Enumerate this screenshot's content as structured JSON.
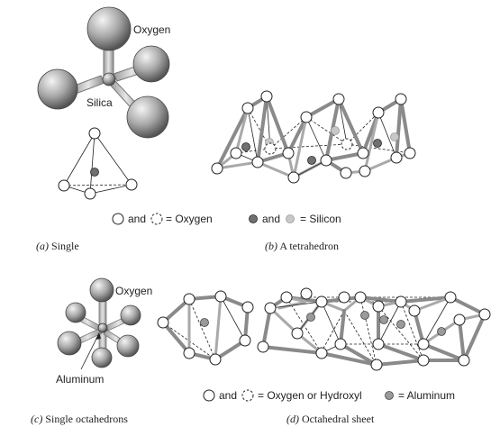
{
  "panels": {
    "a": {
      "caption_letter": "(a)",
      "caption_text": " Single",
      "label_oxygen": "Oxygen",
      "label_center": "Silica"
    },
    "b": {
      "caption_letter": "(b)",
      "caption_text": " A tetrahedron"
    },
    "c": {
      "caption_letter": "(c)",
      "caption_text": " Single octahedrons",
      "label_oxygen": "Oxygen",
      "label_center": "Aluminum"
    },
    "d": {
      "caption_letter": "(d)",
      "caption_text": " Octahedral sheet"
    }
  },
  "legend_top": {
    "and_1": "and",
    "oxygen": "= Oxygen",
    "and_2": "and",
    "silicon": "= Silicon"
  },
  "legend_bottom": {
    "and_1": "and",
    "oxygen_hydroxyl": "= Oxygen or Hydroxyl",
    "aluminum": "= Aluminum"
  },
  "colors": {
    "sphere_light": "#f2f2f2",
    "sphere_dark": "#5a5a5a",
    "bar": "#8a8a8a",
    "silicon_dark": "#707070",
    "silicon_light": "#c8c8c8",
    "aluminum": "#9a9a9a"
  }
}
